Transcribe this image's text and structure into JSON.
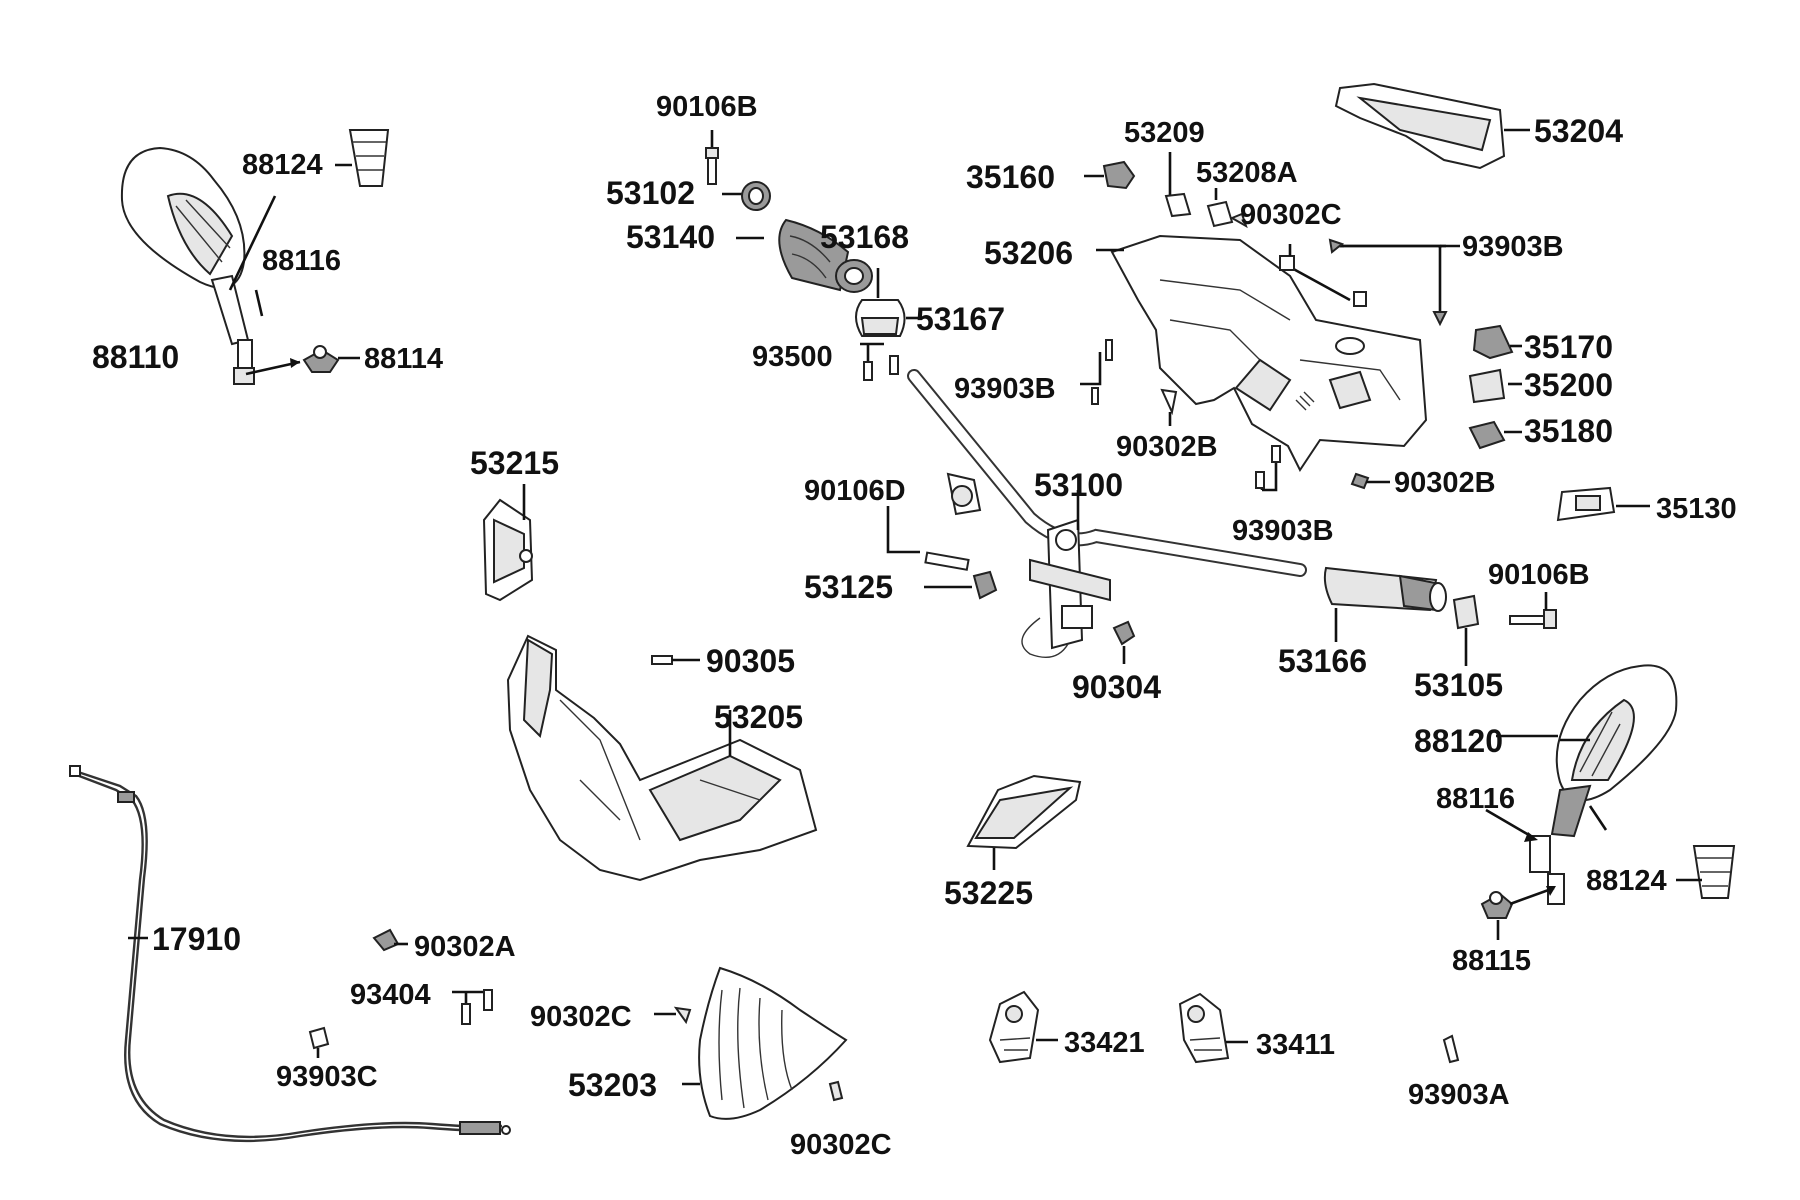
{
  "labels": {
    "p90106B_a": "90106B",
    "p53102": "53102",
    "p53140": "53140",
    "p53168": "53168",
    "p53167": "53167",
    "p93500": "93500",
    "p88124_a": "88124",
    "p88116_a": "88116",
    "p88110": "88110",
    "p88114": "88114",
    "p53215": "53215",
    "p53209": "53209",
    "p35160": "35160",
    "p53208A": "53208A",
    "p90302C_a": "90302C",
    "p53206": "53206",
    "p53204": "53204",
    "p93903B_a": "93903B",
    "p93903B_b": "93903B",
    "p93903B_c": "93903B",
    "p35170": "35170",
    "p35200": "35200",
    "p35180": "35180",
    "p90302B_a": "90302B",
    "p90302B_b": "90302B",
    "p35130": "35130",
    "p90106D": "90106D",
    "p53100": "53100",
    "p53125": "53125",
    "p90106B_b": "90106B",
    "p53166": "53166",
    "p53105": "53105",
    "p90304": "90304",
    "p90305": "90305",
    "p53205": "53205",
    "p88120": "88120",
    "p88116_b": "88116",
    "p88124_b": "88124",
    "p88115": "88115",
    "p53225": "53225",
    "p17910": "17910",
    "p90302A": "90302A",
    "p93404": "93404",
    "p93903C": "93903C",
    "p90302C_b": "90302C",
    "p53203": "53203",
    "p90302C_c": "90302C",
    "p33421": "33421",
    "p33411": "33411",
    "p93903A": "93903A"
  }
}
